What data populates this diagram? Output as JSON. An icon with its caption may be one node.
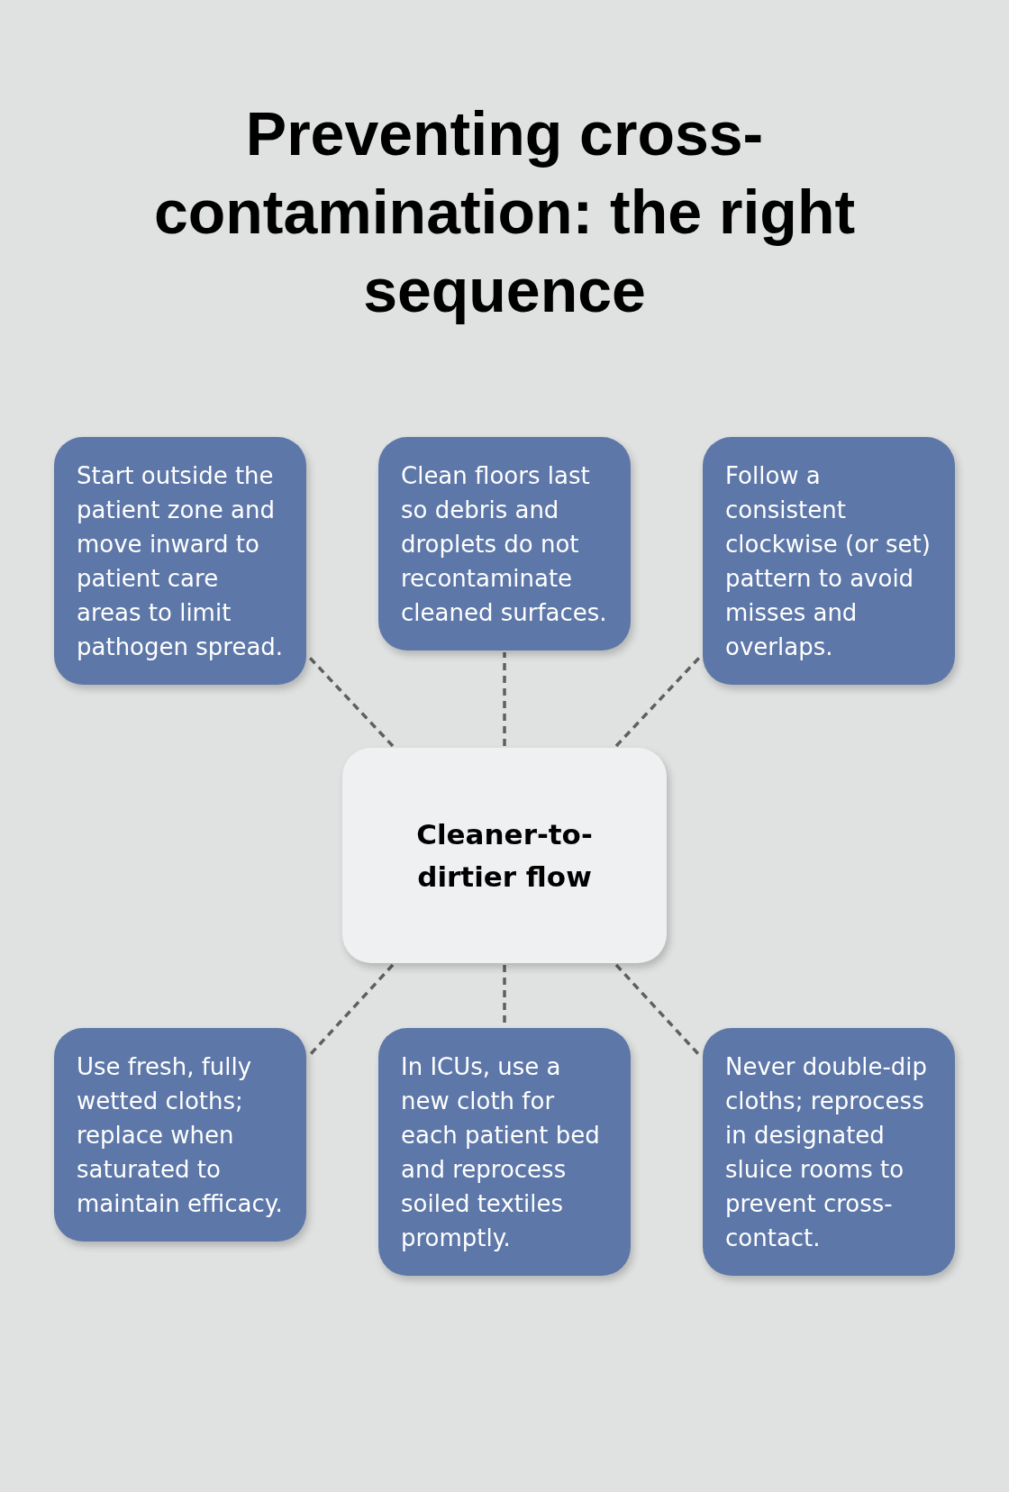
{
  "diagram": {
    "title": "Preventing cross-contamination: the right sequence",
    "nodes": [
      {
        "text": [
          "Start outside the patient zone and move inward to patient care areas to limit pathogen spread."
        ]
      },
      {
        "text": [
          "Clean floors last so debris and droplets do not recontaminate cleaned surfaces."
        ]
      },
      {
        "text": [
          "Follow a consistent clockwise (or set) pattern to avoid misses and overlaps."
        ]
      },
      {
        "text": [
          "Cleaner-to-dirtier flow"
        ]
      },
      {
        "text": [
          "Use fresh, fully wetted cloths; replace when saturated to maintain efficacy."
        ]
      },
      {
        "text": [
          "In ICUs, use a new cloth for each patient bed and reprocess soiled textiles promptly."
        ]
      },
      {
        "text": [
          "Never double-dip cloths; reprocess in designated sluice rooms to prevent cross-contact."
        ]
      }
    ],
    "edges": [
      {
        "from": 3,
        "to": 0,
        "arrow": "none",
        "style": "dashed"
      },
      {
        "from": 3,
        "to": 1,
        "arrow": "none",
        "style": "dashed"
      },
      {
        "from": 3,
        "to": 2,
        "arrow": "none",
        "style": "dashed"
      },
      {
        "from": 3,
        "to": 4,
        "arrow": "none",
        "style": "dashed"
      },
      {
        "from": 3,
        "to": 5,
        "arrow": "none",
        "style": "dashed"
      },
      {
        "from": 3,
        "to": 6,
        "arrow": "none",
        "style": "dashed"
      }
    ]
  }
}
